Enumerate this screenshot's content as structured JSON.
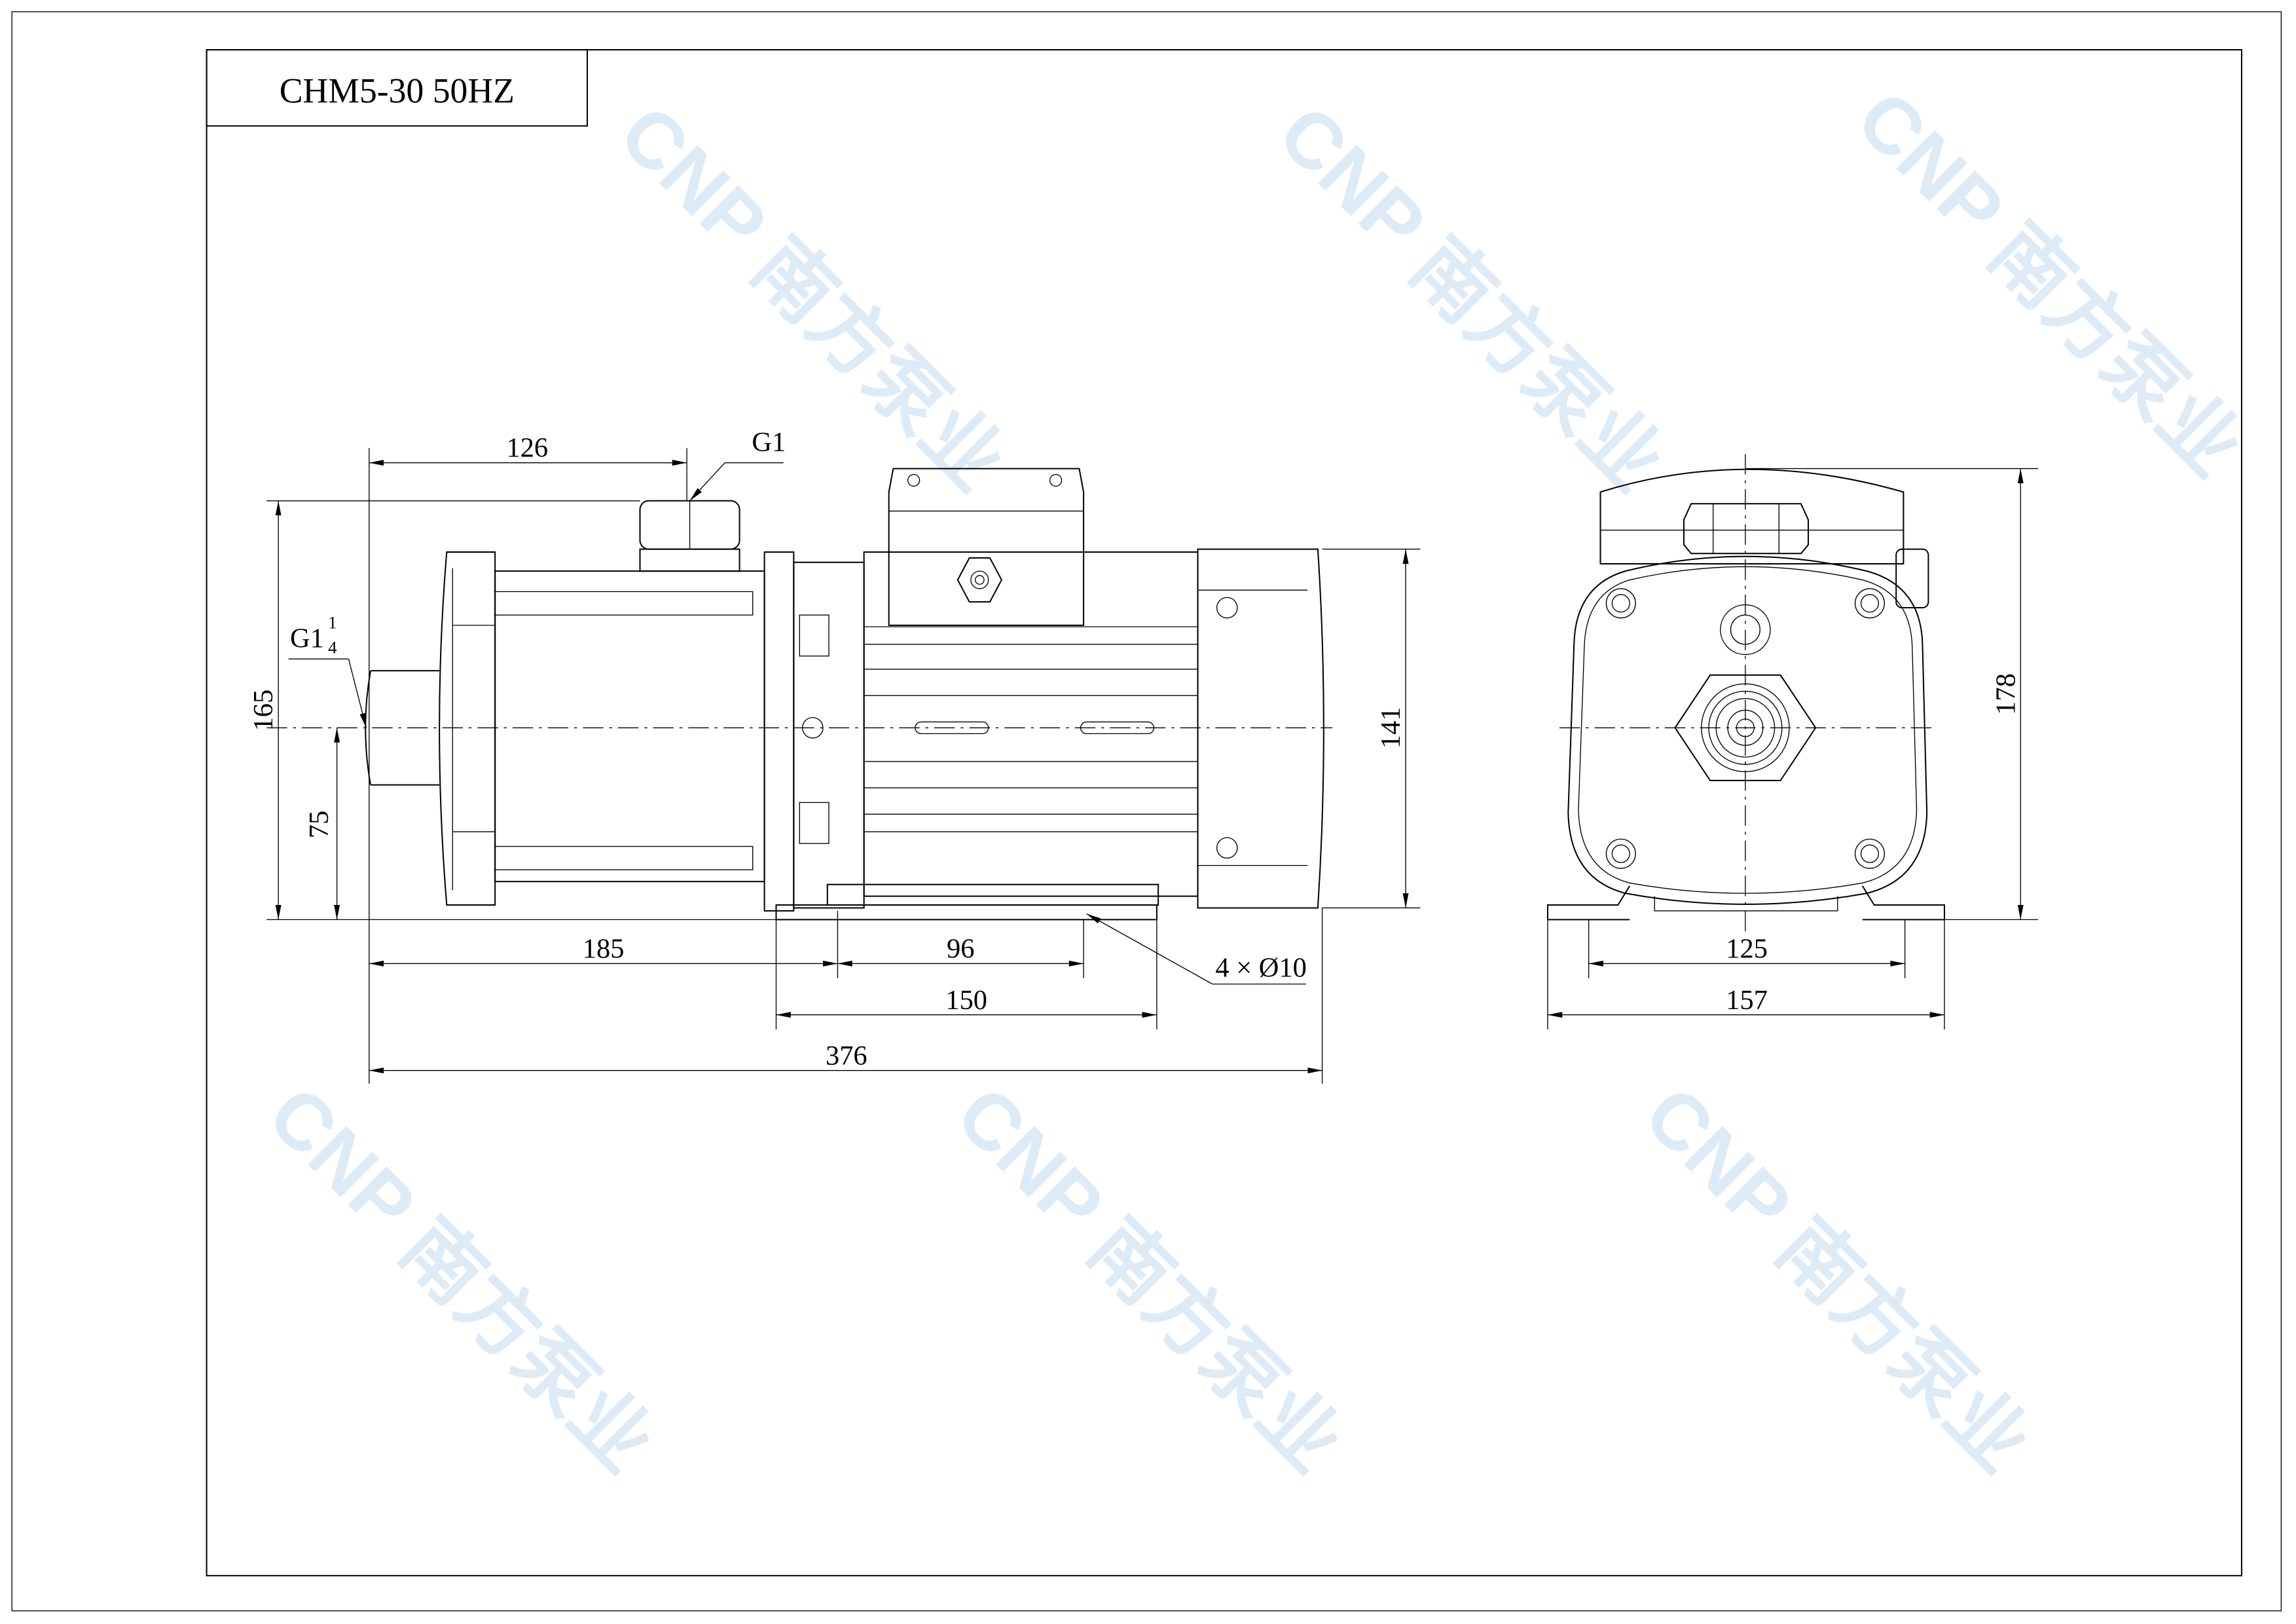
{
  "title": "CHM5-30 50HZ",
  "watermark": "CNP 南方泵业",
  "side_view": {
    "dim_126": "126",
    "label_g1": "G1",
    "label_inlet": "G1",
    "label_inlet_frac_num": "1",
    "label_inlet_frac_den": "4",
    "dim_165": "165",
    "dim_75": "75",
    "dim_141": "141",
    "dim_185": "185",
    "dim_96": "96",
    "dim_150": "150",
    "dim_376": "376",
    "label_holes": "4 × Ø10"
  },
  "end_view": {
    "dim_178": "178",
    "dim_125": "125",
    "dim_157": "157"
  }
}
